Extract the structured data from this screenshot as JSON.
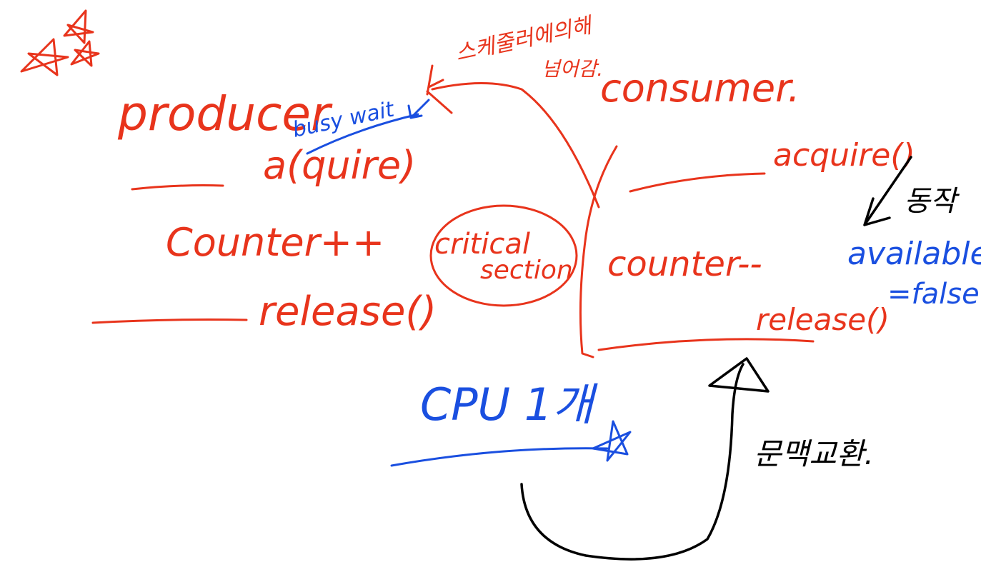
{
  "producer": {
    "title": "producer",
    "acquire": "a(quire)",
    "busy_wait": "busy wait",
    "counter": "Counter++",
    "release": "release()"
  },
  "consumer": {
    "title": "consumer.",
    "acquire": "acquire()",
    "counter": "counter--",
    "release": "release()",
    "available": "available",
    "false_value": "=false"
  },
  "critical_section": {
    "line1": "critical",
    "line2": "section"
  },
  "korean_note": {
    "line1": "스케줄러에의해",
    "line2": "넘어감."
  },
  "cpu": "CPU 1개",
  "wait_label": "동작",
  "context_switch_label": "문맥교환.",
  "colors": {
    "red_ink": "#e8341c",
    "blue_ink": "#1a4fe0",
    "black_ink": "#000000"
  }
}
